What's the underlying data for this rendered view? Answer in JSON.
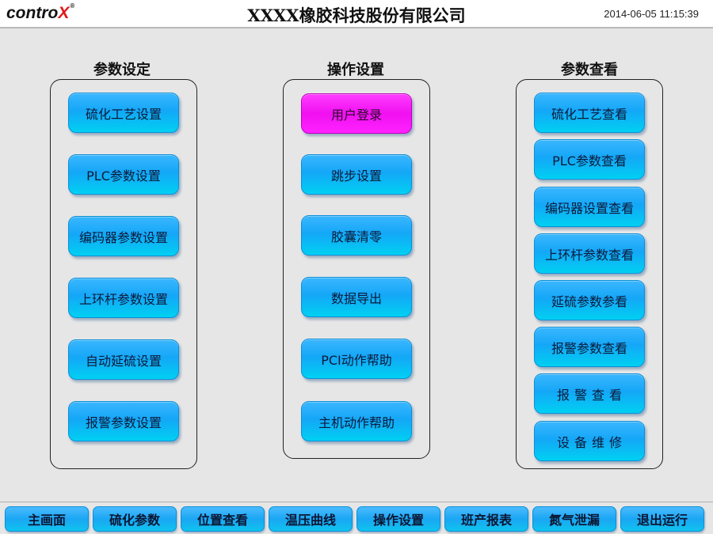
{
  "header": {
    "logo_main": "contro",
    "logo_x": "X",
    "logo_reg": "®",
    "title": "XXXX橡胶科技股份有限公司",
    "datetime": "2014-06-05 11:15:39"
  },
  "groups": {
    "param_settings": {
      "title": "参数设定",
      "buttons": [
        "硫化工艺设置",
        "PLC参数设置",
        "编码器参数设置",
        "上环杆参数设置",
        "自动延硫设置",
        "报警参数设置"
      ]
    },
    "operation_settings": {
      "title": "操作设置",
      "buttons": [
        "用户登录",
        "跳步设置",
        "胶囊清零",
        "数据导出",
        "PCI动作帮助",
        "主机动作帮助"
      ]
    },
    "param_view": {
      "title": "参数查看",
      "buttons": [
        "硫化工艺查看",
        "PLC参数查看",
        "编码器设置查看",
        "上环杆参数查看",
        "延硫参数参看",
        "报警参数查看",
        "报警查看",
        "设备维修"
      ]
    }
  },
  "bottom_nav": [
    "主画面",
    "硫化参数",
    "位置查看",
    "温压曲线",
    "操作设置",
    "班产报表",
    "氮气泄漏",
    "退出运行"
  ],
  "colors": {
    "button_blue": "#14a7f7",
    "button_active": "#f010f0",
    "background": "#e6e6e6"
  }
}
